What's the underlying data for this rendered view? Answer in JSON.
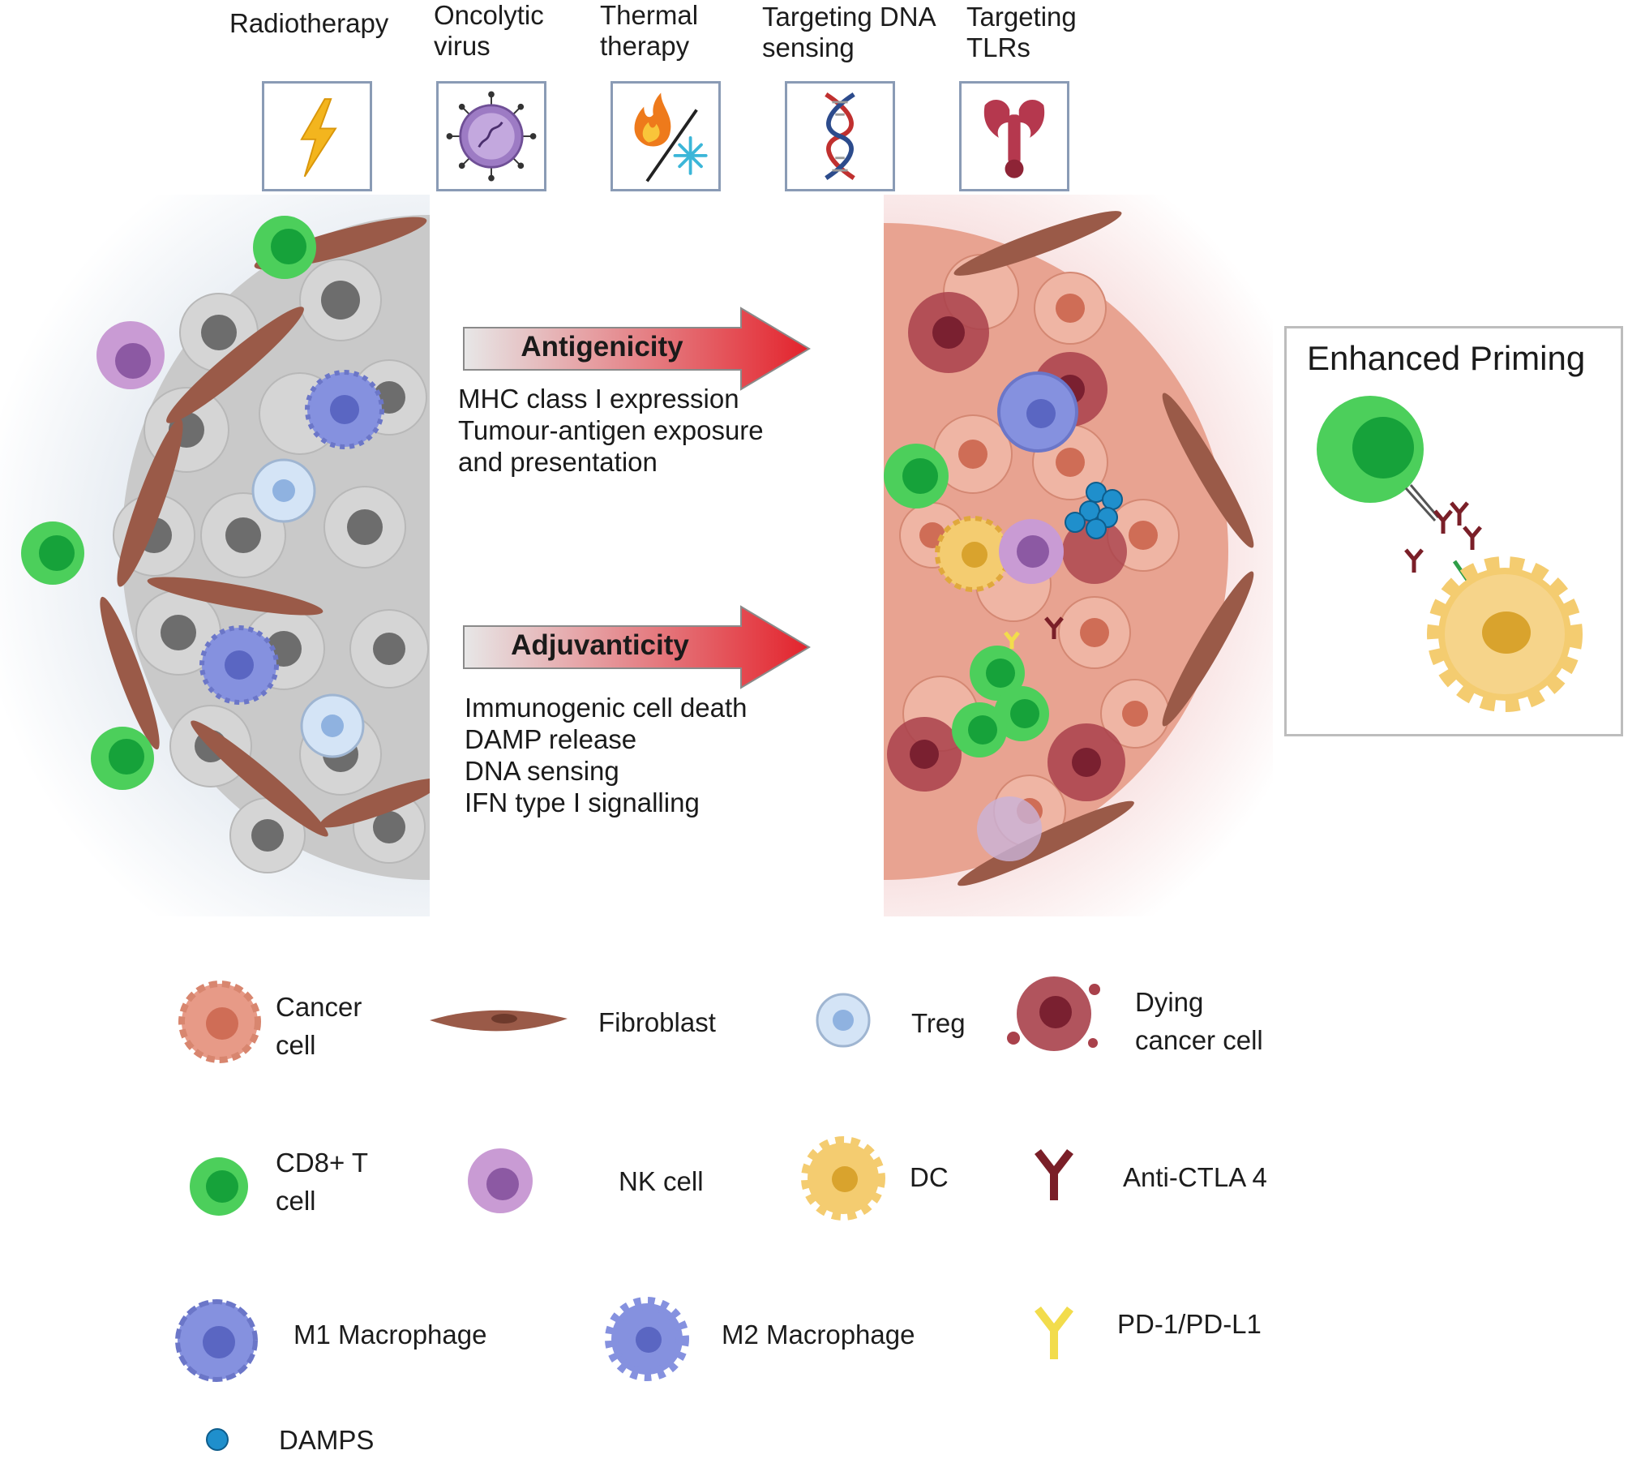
{
  "therapies": [
    {
      "label": "Radiotherapy",
      "icon": "lightning-icon"
    },
    {
      "label": "Oncolytic virus",
      "icon": "virus-icon"
    },
    {
      "label": "Thermal therapy",
      "icon": "fire-snowflake-icon"
    },
    {
      "label": "Targeting DNA sensing",
      "icon": "dna-icon"
    },
    {
      "label": "Targeting TLRs",
      "icon": "tlr-receptor-icon"
    }
  ],
  "arrows": {
    "antigenicity": {
      "label": "Antigenicity",
      "effects": [
        "MHC class I expression",
        "Tumour-antigen exposure",
        "and presentation"
      ]
    },
    "adjuvanticity": {
      "label": "Adjuvanticity",
      "effects": [
        "Immunogenic cell death",
        "DAMP release",
        "DNA sensing",
        "IFN type I signalling"
      ]
    }
  },
  "priming": {
    "title": "Enhanced Priming"
  },
  "legend": [
    {
      "label": "Cancer cell",
      "icon": "cancer-cell-icon"
    },
    {
      "label": "Fibroblast",
      "icon": "fibroblast-icon"
    },
    {
      "label": "Treg",
      "icon": "treg-icon"
    },
    {
      "label": "Dying cancer cell",
      "icon": "dying-cancer-cell-icon"
    },
    {
      "label": "CD8+ T cell",
      "icon": "cd8-t-cell-icon"
    },
    {
      "label": "NK cell",
      "icon": "nk-cell-icon"
    },
    {
      "label": "DC",
      "icon": "dendritic-cell-icon"
    },
    {
      "label": "Anti-CTLA 4",
      "icon": "anti-ctla4-antibody-icon"
    },
    {
      "label": "M1 Macrophage",
      "icon": "m1-macrophage-icon"
    },
    {
      "label": "M2 Macrophage",
      "icon": "m2-macrophage-icon"
    },
    {
      "label": "PD-1/PD-L1",
      "icon": "pd1-pdl1-antibody-icon"
    },
    {
      "label": "DAMPS",
      "icon": "damps-icon"
    }
  ],
  "colors": {
    "cancer_cell": "#e79a87",
    "cancer_nucleus": "#cf6d56",
    "dying_cell": "#a9414b",
    "fibroblast": "#9a5a48",
    "cd8": "#4ccf5b",
    "cd8_nucleus": "#16a23a",
    "treg": "#d4e4f6",
    "nk": "#c99bd4",
    "dc": "#f4cc70",
    "macrophage": "#8591df",
    "antibody_ctla4": "#7a1f28",
    "antibody_pd1": "#f2dc4c",
    "damps": "#1f8fcc",
    "arrow_red": "#e3232c"
  }
}
